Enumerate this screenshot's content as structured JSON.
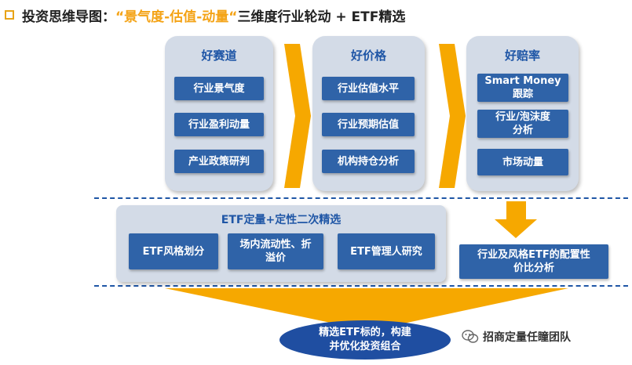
{
  "title": {
    "prefix": "投资思维导图：",
    "highlight": "“景气度-估值-动量“",
    "suffix": "三维度行业轮动 + ETF精选"
  },
  "panels": [
    {
      "title": "好赛道",
      "items": [
        "行业景气度",
        "行业盈利动量",
        "产业政策研判"
      ]
    },
    {
      "title": "好价格",
      "items": [
        "行业估值水平",
        "行业预期估值",
        "机构持仓分析"
      ]
    },
    {
      "title": "好赔率",
      "items": [
        "Smart Money\n跟踪",
        "行业/泡沫度\n分析",
        "市场动量"
      ]
    }
  ],
  "etf": {
    "title": "ETF定量+定性二次精选",
    "items": [
      "ETF风格划分",
      "场内流动性、折\n溢价",
      "ETF管理人研究"
    ]
  },
  "config_box": "行业及风格ETF的配置性\n价比分析",
  "result": "精选ETF标的，构建\n并优化投资组合",
  "watermark": "招商定量任瞳团队",
  "colors": {
    "accent": "#f4a316",
    "box": "#2f63a8",
    "panel": "#d3dbe7",
    "title_blue": "#1f56a6"
  }
}
